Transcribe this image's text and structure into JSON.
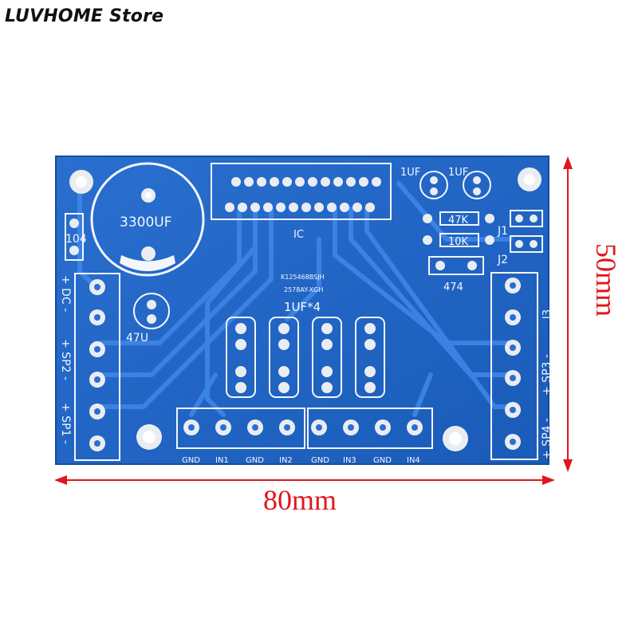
{
  "store": {
    "name": "LUVHOME Store"
  },
  "dimensions": {
    "width": "80mm",
    "height": "50mm"
  },
  "board": {
    "capacitor_main": "3300UF",
    "cap_small": "104",
    "cap_47": "47U",
    "ic_label": "IC",
    "marking_1": "K125468BSJH",
    "marking_2": "2578AY-XGH",
    "cap_group": "1UF*4",
    "cap_1uf_a": "1UF",
    "cap_1uf_b": "1UF",
    "res_47k": "47K",
    "res_10k": "10K",
    "j1": "J1",
    "j2": "J2",
    "j3": "J3",
    "cap_474": "474",
    "left_labels": [
      "+ DC -",
      "+ SP2 -",
      "+ SP1 -"
    ],
    "right_labels": [
      "+ SP3 -",
      "+ SP4 -"
    ],
    "bottom_labels": [
      "GND",
      "IN1",
      "GND",
      "IN2",
      "GND",
      "IN3",
      "GND",
      "IN4"
    ]
  },
  "colors": {
    "board": "#1f63c4",
    "silk": "#f3f7fb",
    "dimension": "#e0161c"
  }
}
